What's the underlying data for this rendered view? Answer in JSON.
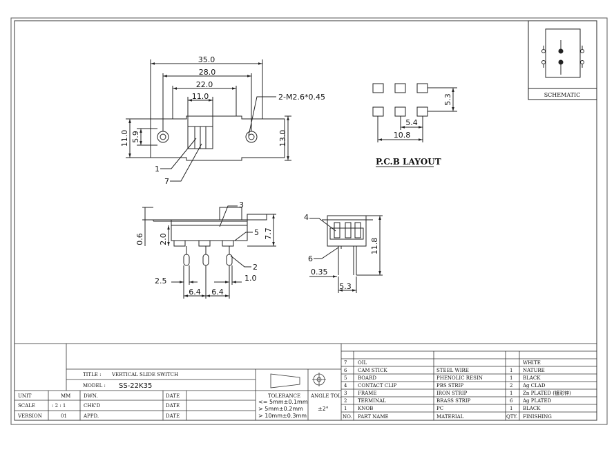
{
  "dims_top": {
    "d35": "35.0",
    "d28": "28.0",
    "d22": "22.0",
    "d11": "11.0",
    "d11v": "11.0",
    "d59": "5.9",
    "d13": "13.0",
    "screw": "2-M2.6*0.45",
    "c1": "1",
    "c7": "7"
  },
  "pcb": {
    "title": "P.C.B LAYOUT",
    "d53": "5.3",
    "d54": "5.4",
    "d108": "10.8"
  },
  "schematic": {
    "label": "SCHEMATIC"
  },
  "side": {
    "c3": "3",
    "c5": "5",
    "c2": "2",
    "d06": "0.6",
    "d20": "2.0",
    "d77": "7.7",
    "d25": "2.5",
    "d10": "1.0",
    "d64a": "6.4",
    "d64b": "6.4"
  },
  "end": {
    "c4": "4",
    "c6": "6",
    "d118": "11.8",
    "d035": "0.35",
    "d53": "5.3"
  },
  "titleblock": {
    "title_label": "TITLE :",
    "title_value": "VERTICAL SLIDE SWITCH",
    "model_label": "MODEL :",
    "model_value": "SS-22K35",
    "unit_label": "UNIT",
    "unit_value": "MM",
    "scale_label": "SCALE",
    "scale_value": ": 2 : 1",
    "version_label": "VERSION",
    "version_value": "01",
    "dwn": "DWN.",
    "chkd": "CHK'D",
    "appd": "APPD.",
    "date1": "DATE",
    "date2": "DATE",
    "date3": "DATE",
    "tol_label": "TOLERANCE",
    "tol1": "<= 5mm±0.1mm",
    "tol2": "> 5mm±0.2mm",
    "tol3": "> 10mm±0.3mm",
    "angle_label": "ANGLE TOL",
    "angle_value": "±2°"
  },
  "bom": {
    "rows": [
      {
        "no": "7",
        "name": "OIL",
        "mat": "",
        "qty": "",
        "fin": "WHITE"
      },
      {
        "no": "6",
        "name": "CAM STICK",
        "mat": "STEEL WIRE",
        "qty": "1",
        "fin": "NATURE"
      },
      {
        "no": "5",
        "name": "BOARD",
        "mat": "PHENOLIC RESIN",
        "qty": "1",
        "fin": "BLACK"
      },
      {
        "no": "4",
        "name": "CONTACT CLIP",
        "mat": "PBS STRIP",
        "qty": "2",
        "fin": "Ag CLAD"
      },
      {
        "no": "3",
        "name": "FRAME",
        "mat": "IRON STRIP",
        "qty": "1",
        "fin": "Zn PLATED (镀彩锌)"
      },
      {
        "no": "2",
        "name": "TERMINAL",
        "mat": "BRASS STRIP",
        "qty": "6",
        "fin": "Ag PLATED"
      },
      {
        "no": "1",
        "name": "KNOB",
        "mat": "PC",
        "qty": "1",
        "fin": "BLACK"
      }
    ],
    "header": {
      "no": "NO.",
      "name": "PART NAME",
      "mat": "MATERIAL",
      "qty": "QTY.",
      "fin": "FINISHING"
    }
  }
}
